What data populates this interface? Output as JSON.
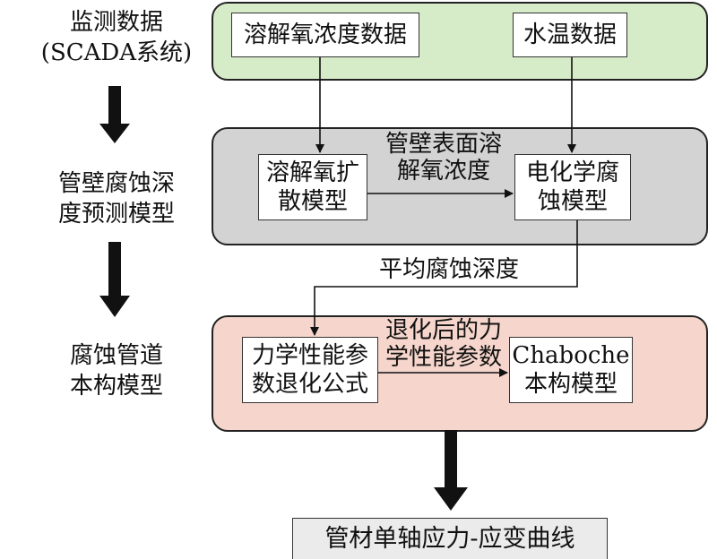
{
  "side_labels": {
    "monitoring": {
      "line1": "监测数据",
      "line2": "(SCADA系统)"
    },
    "prediction": {
      "line1": "管壁腐蚀深",
      "line2": "度预测模型"
    },
    "constitutive": {
      "line1": "腐蚀管道",
      "line2": "本构模型"
    }
  },
  "panels": {
    "data": {
      "color": "#d6ecc9",
      "dissolved_oxygen_data": "溶解氧浓度数据",
      "water_temp_data": "水温数据"
    },
    "prediction": {
      "color": "#d3d3d3",
      "diffusion_model": {
        "line1": "溶解氧扩",
        "line2": "散模型"
      },
      "wall_oxygen": {
        "line1": "管壁表面溶",
        "line2": "解氧浓度"
      },
      "electrochem_model": {
        "line1": "电化学腐",
        "line2": "蚀模型"
      }
    },
    "constitutive": {
      "color": "#f6d6cc",
      "degradation_formula": {
        "line1": "力学性能参",
        "line2": "数退化公式"
      },
      "degraded_params": {
        "line1": "退化后的力",
        "line2": "学性能参数"
      },
      "chaboche_model": {
        "line1": "Chaboche",
        "line2": "本构模型"
      }
    }
  },
  "avg_depth_label": "平均腐蚀深度",
  "output_label": "管材单轴应力-应变曲线",
  "colors": {
    "output_fill": "#ebebeb",
    "arrow": "#111111"
  }
}
